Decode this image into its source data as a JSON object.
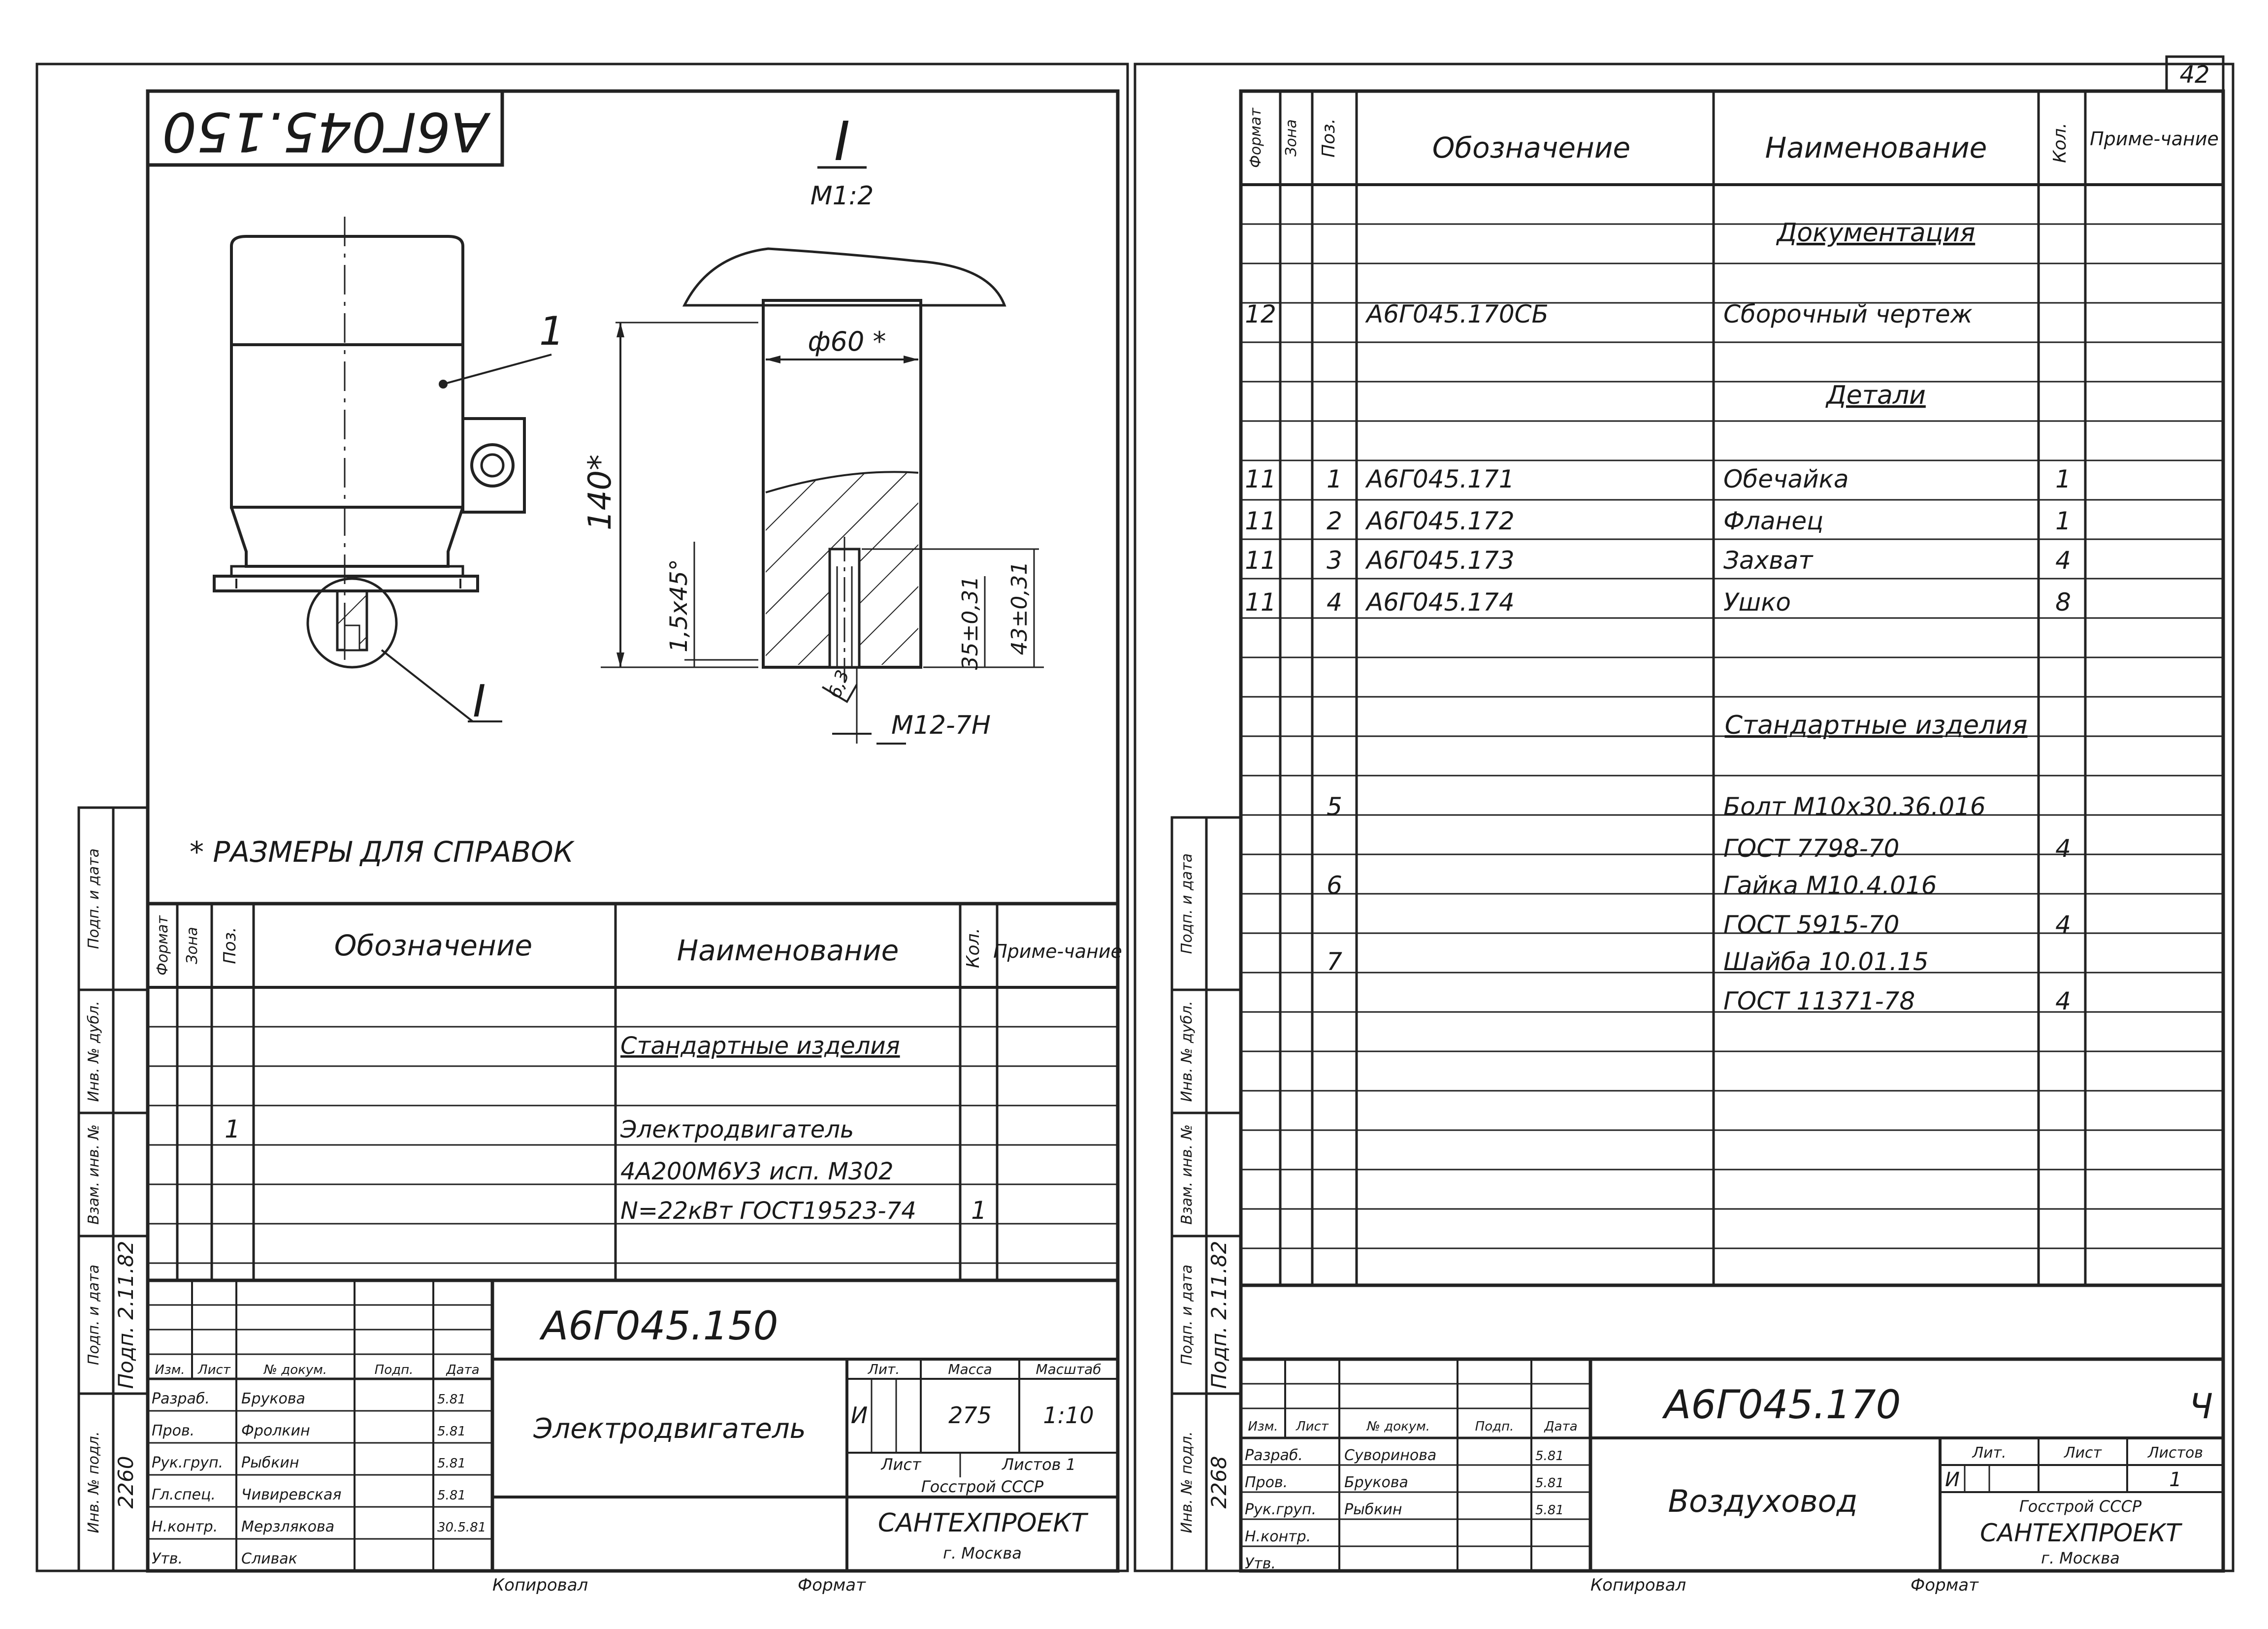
{
  "page_number": "42",
  "left_sheet": {
    "stamp_code": "А6Г045.150",
    "detail_label": "I",
    "detail_scale": "М1:2",
    "callout_pos": "1",
    "callout_detail": "I",
    "dim_diameter": "ф60 *",
    "dim_height": "140*",
    "dim_chamfer": "1,5x45°",
    "dim_35": "35±0,31",
    "dim_43": "43±0,31",
    "dim_thread": "М12-7Н",
    "dim_rough": "6,3",
    "note": "* РАЗМЕРЫ ДЛЯ СПРАВОК",
    "spec_header": {
      "format": "Формат",
      "zone": "Зона",
      "pos": "Поз.",
      "designation": "Обозначение",
      "name": "Наименование",
      "qty": "Кол.",
      "note": "Приме-чание"
    },
    "spec_rows": [
      {
        "pos": "",
        "name": "Стандартные изделия",
        "qty": ""
      },
      {
        "pos": "1",
        "name": "Электродвигатель",
        "qty": ""
      },
      {
        "pos": "",
        "name": "4А200М6У3 исп. М302",
        "qty": ""
      },
      {
        "pos": "",
        "name": "N=22кВт ГОСТ19523-74",
        "qty": "1"
      }
    ],
    "margin_labels": [
      "Инв. № подл.",
      "Подп. и дата",
      "Взам. инв. №",
      "Инв. № дубл.",
      "Подп. и дата"
    ],
    "margin_values": [
      "2260",
      "Подп. 2.11.82"
    ],
    "title_code": "А6Г045.150",
    "title_name": "Электродвигатель",
    "sign_header": [
      "Изм.",
      "Лист",
      "№ докум.",
      "Подп.",
      "Дата"
    ],
    "sign_rows": [
      {
        "role": "Разраб.",
        "name": "Брукова",
        "date": "5.81"
      },
      {
        "role": "Пров.",
        "name": "Фролкин",
        "date": "5.81"
      },
      {
        "role": "Рук.груп.",
        "name": "Рыбкин",
        "date": "5.81"
      },
      {
        "role": "Гл.спец.",
        "name": "Чивиревская",
        "date": "5.81"
      },
      {
        "role": "Н.контр.",
        "name": "Мерзлякова",
        "date": "30.5.81"
      },
      {
        "role": "Утв.",
        "name": "Сливак",
        "date": ""
      }
    ],
    "lit_label": "Лит.",
    "mass_label": "Масса",
    "scale_label": "Масштаб",
    "lit_value": "И",
    "mass_value": "275",
    "scale_value": "1:10",
    "sheet_label": "Лист",
    "sheets_label": "Листов 1",
    "org_line1": "Госстрой СССР",
    "org_line2": "САНТЕХПРОЕКТ",
    "org_line3": "г. Москва",
    "copied": "Копировал",
    "format": "Формат"
  },
  "right_sheet": {
    "spec_header": {
      "format": "Формат",
      "zone": "Зона",
      "pos": "Поз.",
      "designation": "Обозначение",
      "name": "Наименование",
      "qty": "Кол.",
      "note": "Приме-чание"
    },
    "spec_rows": [
      {
        "fmt": "",
        "pos": "",
        "des": "",
        "name": "Документация",
        "qty": "",
        "header": true
      },
      {
        "fmt": "12",
        "pos": "",
        "des": "А6Г045.170СБ",
        "name": "Сборочный чертеж",
        "qty": ""
      },
      {
        "fmt": "",
        "pos": "",
        "des": "",
        "name": "Детали",
        "qty": "",
        "header": true
      },
      {
        "fmt": "11",
        "pos": "1",
        "des": "А6Г045.171",
        "name": "Обечайка",
        "qty": "1"
      },
      {
        "fmt": "11",
        "pos": "2",
        "des": "А6Г045.172",
        "name": "Фланец",
        "qty": "1"
      },
      {
        "fmt": "11",
        "pos": "3",
        "des": "А6Г045.173",
        "name": "Захват",
        "qty": "4"
      },
      {
        "fmt": "11",
        "pos": "4",
        "des": "А6Г045.174",
        "name": "Ушко",
        "qty": "8"
      },
      {
        "fmt": "",
        "pos": "",
        "des": "",
        "name": "Стандартные изделия",
        "qty": "",
        "header": true
      },
      {
        "fmt": "",
        "pos": "5",
        "des": "",
        "name": "Болт М10х30.36.016",
        "qty": ""
      },
      {
        "fmt": "",
        "pos": "",
        "des": "",
        "name": "ГОСТ 7798-70",
        "qty": "4"
      },
      {
        "fmt": "",
        "pos": "6",
        "des": "",
        "name": "Гайка М10.4.016",
        "qty": ""
      },
      {
        "fmt": "",
        "pos": "",
        "des": "",
        "name": "ГОСТ 5915-70",
        "qty": "4"
      },
      {
        "fmt": "",
        "pos": "7",
        "des": "",
        "name": "Шайба 10.01.15",
        "qty": ""
      },
      {
        "fmt": "",
        "pos": "",
        "des": "",
        "name": "ГОСТ 11371-78",
        "qty": "4"
      }
    ],
    "margin_labels": [
      "Инв. № подл.",
      "Подп. и дата",
      "Взам. инв. №",
      "Инв. № дубл.",
      "Подп. и дата"
    ],
    "margin_values": [
      "2268",
      "Подп. 2.11.82"
    ],
    "title_code": "А6Г045.170",
    "title_corner": "Ч",
    "title_name": "Воздуховод",
    "sign_header": [
      "Изм.",
      "Лист",
      "№ докум.",
      "Подп.",
      "Дата"
    ],
    "sign_rows": [
      {
        "role": "Разраб.",
        "name": "Суворинова",
        "date": "5.81"
      },
      {
        "role": "Пров.",
        "name": "Брукова",
        "date": "5.81"
      },
      {
        "role": "Рук.груп.",
        "name": "Рыбкин",
        "date": "5.81"
      },
      {
        "role": "Н.контр.",
        "name": "",
        "date": ""
      },
      {
        "role": "Утв.",
        "name": "",
        "date": ""
      }
    ],
    "lit_label": "Лит.",
    "sheet_label": "Лист",
    "sheets_label": "Листов",
    "lit_value": "И",
    "sheet_value": "",
    "sheets_value": "1",
    "org_line1": "Госстрой СССР",
    "org_line2": "САНТЕХПРОЕКТ",
    "org_line3": "г. Москва",
    "copied": "Копировал",
    "format": "Формат"
  }
}
